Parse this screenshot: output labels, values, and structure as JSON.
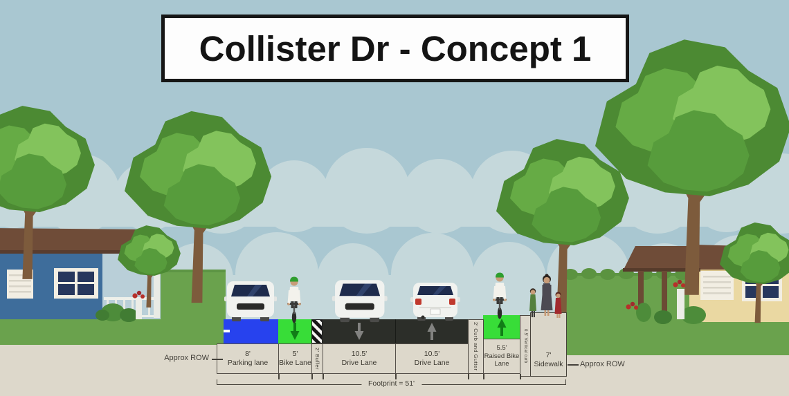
{
  "title": "Collister Dr - Concept 1",
  "street": {
    "lanes": [
      {
        "width": "8'",
        "name": "Parking lane"
      },
      {
        "width": "5'",
        "name": "Bike Lane",
        "arrow": "down"
      },
      {
        "width": "2'",
        "name": "Buffer"
      },
      {
        "width": "10.5'",
        "name": "Drive Lane",
        "arrow": "down"
      },
      {
        "width": "10.5'",
        "name": "Drive Lane",
        "arrow": "up"
      },
      {
        "width": "2'",
        "name": "Curb and Gutter"
      },
      {
        "width": "5.5'",
        "name": "Raised Bike Lane",
        "arrow": "up"
      },
      {
        "width": "0.5'",
        "name": "Vertical curb"
      },
      {
        "width": "7'",
        "name": "Sidewalk"
      }
    ],
    "approx_row_left": "Approx ROW",
    "approx_row_right": "Approx ROW",
    "footprint": "Footprint = 51'"
  },
  "colors": {
    "sky": "#a9c7d1",
    "cloud": "#c5d8db",
    "grass": "#6aa24d",
    "ground_panel": "#ddd8cb",
    "parking_lane": "#2742ee",
    "bike_lane": "#38dd38",
    "drive_lane": "#2c2e29",
    "curb_concrete": "#dcd7cb",
    "title_border": "#161616",
    "house_left": "#3e6d9b",
    "house_right": "#ead8a2",
    "roof": "#6f4c38"
  }
}
